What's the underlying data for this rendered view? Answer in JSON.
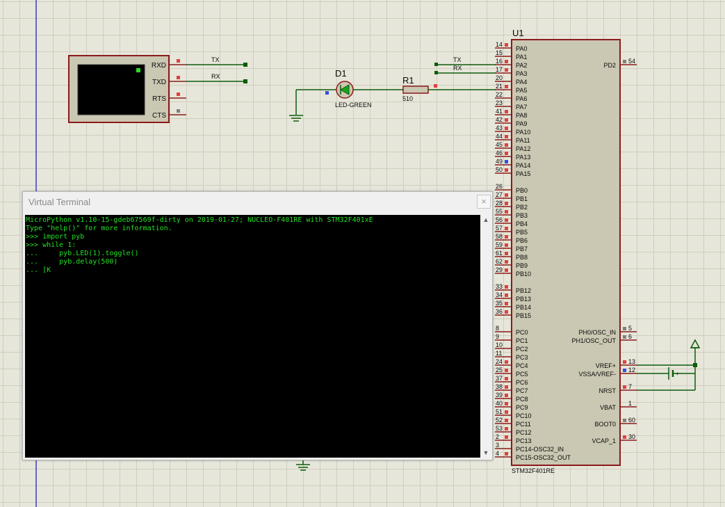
{
  "virtual_terminal": {
    "title": "Virtual Terminal",
    "close_label": "×",
    "lines": [
      "MicroPython v1.10-15-gdeb67569f-dirty on 2019-01-27; NUCLEO-F401RE with STM32F401xE",
      "Type \"help()\" for more information.",
      ">>> import pyb",
      ">>> while 1:",
      "...     pyb.LED(1).toggle()",
      "...     pyb.delay(500)",
      "... [K"
    ]
  },
  "terminal_block": {
    "pins": [
      "RXD",
      "TXD",
      "RTS",
      "CTS"
    ],
    "nets": [
      "TX",
      "RX"
    ]
  },
  "led": {
    "ref": "D1",
    "value": "LED-GREEN"
  },
  "resistor": {
    "ref": "R1",
    "value": "510"
  },
  "mcu": {
    "ref": "U1",
    "part": "STM32F401RE",
    "nets": [
      "TX",
      "RX"
    ],
    "left_pins": [
      {
        "num": "14",
        "name": "PA0"
      },
      {
        "num": "15",
        "name": "PA1"
      },
      {
        "num": "16",
        "name": "PA2"
      },
      {
        "num": "17",
        "name": "PA3"
      },
      {
        "num": "20",
        "name": "PA4"
      },
      {
        "num": "21",
        "name": "PA5"
      },
      {
        "num": "22",
        "name": "PA6"
      },
      {
        "num": "23",
        "name": "PA7"
      },
      {
        "num": "41",
        "name": "PA8"
      },
      {
        "num": "42",
        "name": "PA9"
      },
      {
        "num": "43",
        "name": "PA10"
      },
      {
        "num": "44",
        "name": "PA11"
      },
      {
        "num": "45",
        "name": "PA12"
      },
      {
        "num": "46",
        "name": "PA13"
      },
      {
        "num": "49",
        "name": "PA14"
      },
      {
        "num": "50",
        "name": "PA15"
      },
      {
        "num": "26",
        "name": "PB0"
      },
      {
        "num": "27",
        "name": "PB1"
      },
      {
        "num": "28",
        "name": "PB2"
      },
      {
        "num": "55",
        "name": "PB3"
      },
      {
        "num": "56",
        "name": "PB4"
      },
      {
        "num": "57",
        "name": "PB5"
      },
      {
        "num": "58",
        "name": "PB6"
      },
      {
        "num": "59",
        "name": "PB7"
      },
      {
        "num": "61",
        "name": "PB8"
      },
      {
        "num": "62",
        "name": "PB9"
      },
      {
        "num": "29",
        "name": "PB10"
      },
      {
        "num": "33",
        "name": "PB12"
      },
      {
        "num": "34",
        "name": "PB13"
      },
      {
        "num": "35",
        "name": "PB14"
      },
      {
        "num": "36",
        "name": "PB15"
      },
      {
        "num": "8",
        "name": "PC0"
      },
      {
        "num": "9",
        "name": "PC1"
      },
      {
        "num": "10",
        "name": "PC2"
      },
      {
        "num": "11",
        "name": "PC3"
      },
      {
        "num": "24",
        "name": "PC4"
      },
      {
        "num": "25",
        "name": "PC5"
      },
      {
        "num": "37",
        "name": "PC6"
      },
      {
        "num": "38",
        "name": "PC7"
      },
      {
        "num": "39",
        "name": "PC8"
      },
      {
        "num": "40",
        "name": "PC9"
      },
      {
        "num": "51",
        "name": "PC10"
      },
      {
        "num": "52",
        "name": "PC11"
      },
      {
        "num": "53",
        "name": "PC12"
      },
      {
        "num": "2",
        "name": "PC13"
      },
      {
        "num": "3",
        "name": "PC14-OSC32_IN"
      },
      {
        "num": "4",
        "name": "PC15-OSC32_OUT"
      }
    ],
    "right_pins": [
      {
        "num": "54",
        "name": "PD2"
      },
      {
        "num": "5",
        "name": "PH0/OSC_IN"
      },
      {
        "num": "6",
        "name": "PH1/OSC_OUT"
      },
      {
        "num": "13",
        "name": "VREF+"
      },
      {
        "num": "12",
        "name": "VSSA/VREF-"
      },
      {
        "num": "7",
        "name": "NRST"
      },
      {
        "num": "1",
        "name": "VBAT"
      },
      {
        "num": "60",
        "name": "BOOT0"
      },
      {
        "num": "30",
        "name": "VCAP_1"
      }
    ]
  },
  "colors": {
    "wire": "#0c5c0c",
    "component_fill": "#cac7b2",
    "component_stroke": "#8b1a1a",
    "label": "#0a0a0a",
    "terminal_text": "#24e024",
    "pin_red": "#e04040",
    "pin_blue": "#3050e0",
    "pin_gray": "#808080"
  }
}
